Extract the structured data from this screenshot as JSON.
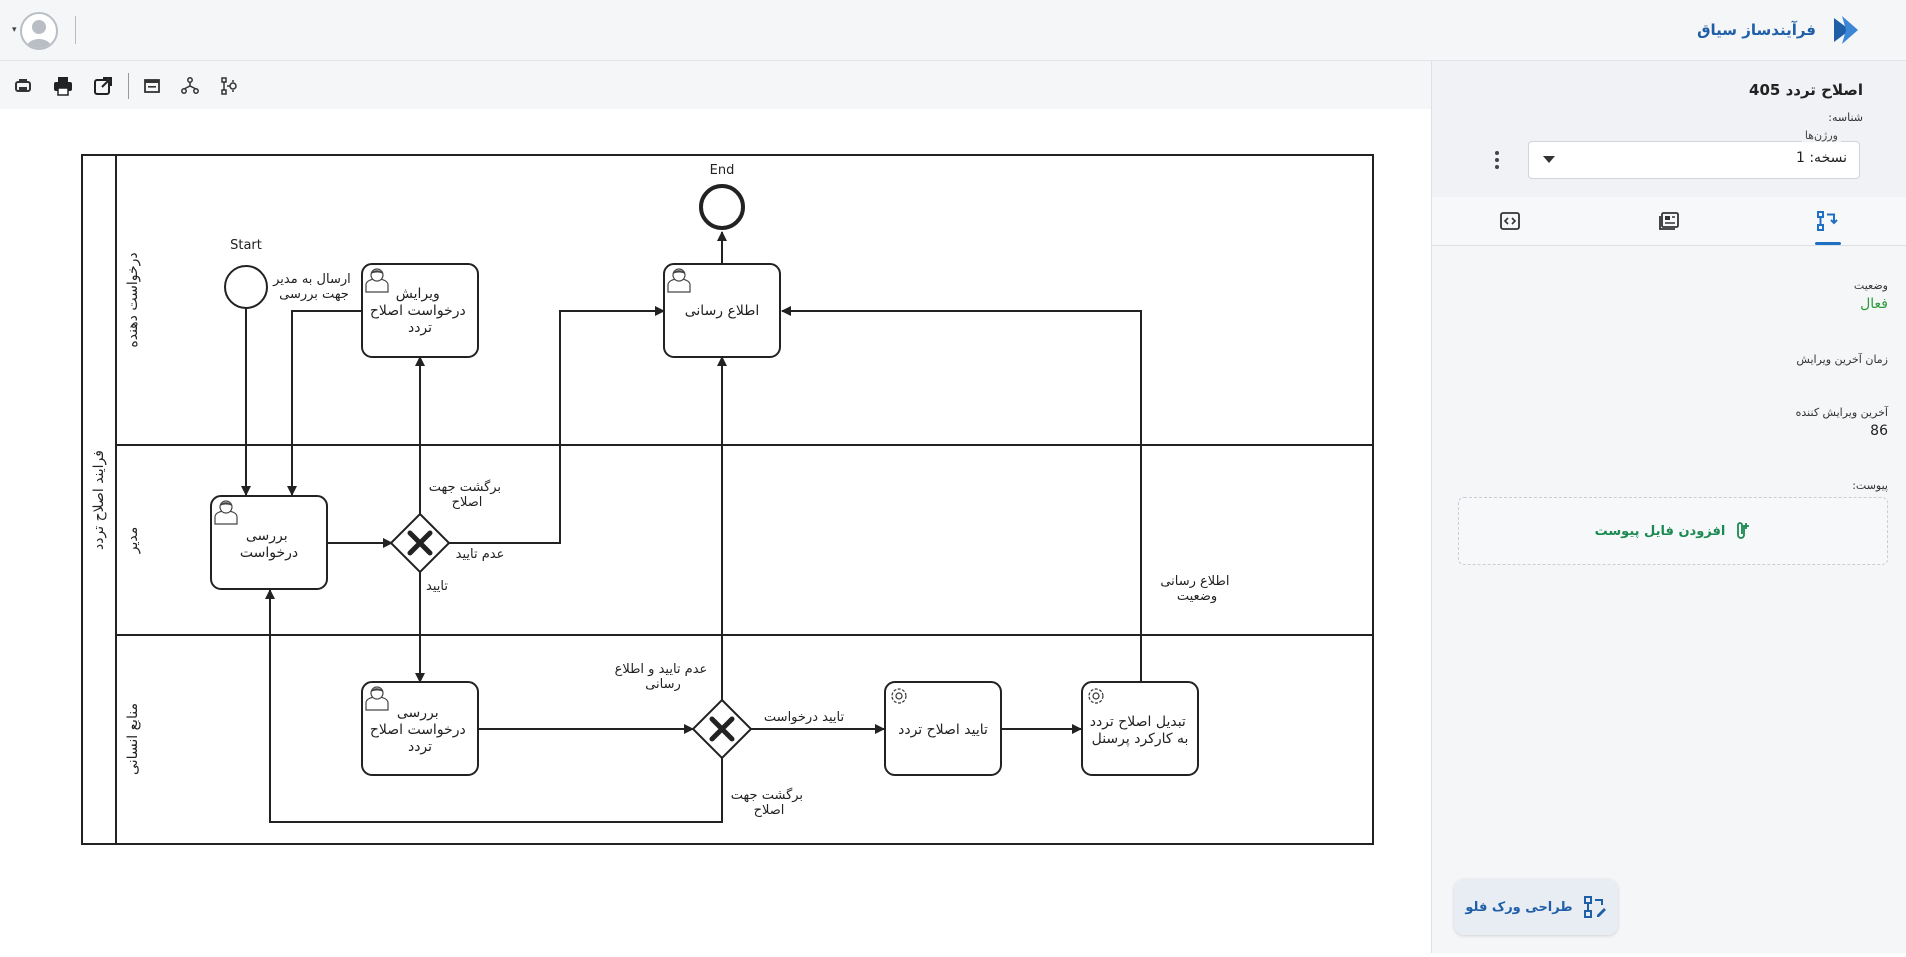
{
  "header": {
    "brand_name": "فرآیندساز سیاق",
    "brand_color": "#1f5fa8",
    "avatar_icon": "user-avatar-icon"
  },
  "toolbar": {
    "buttons": [
      "save-icon",
      "print-icon",
      "open-external-icon",
      "layout-icon",
      "auto-layout-icon",
      "settings-flow-icon"
    ]
  },
  "diagram": {
    "pool_label": "فرایند اصلاح تردد",
    "lanes": [
      "درخواست دهنده",
      "مدیر",
      "منابع انسانی"
    ],
    "events": {
      "start": "Start",
      "end": "End"
    },
    "tasks": {
      "edit_request": [
        "ویرایش",
        "درخواست اصلاح",
        "تردد"
      ],
      "notify": [
        "اطلاع رسانی"
      ],
      "review_request": [
        "بررسی",
        "درخواست"
      ],
      "hr_review": [
        "بررسی",
        "درخواست اصلاح",
        "تردد"
      ],
      "confirm_correction": [
        "تایید اصلاح تردد"
      ],
      "convert_correction": [
        "تبدیل اصلاح تردد",
        "به کارکرد پرسنل"
      ]
    },
    "flow_labels": {
      "send_to_manager": [
        "ارسال به مدیر",
        "جهت بررسی"
      ],
      "return_for_correction_mgr": [
        "برگشت جهت",
        "اصلاح"
      ],
      "not_approved": "عدم تایید",
      "approved": "تایید",
      "status_notify": [
        "اطلاع رسانی",
        "وضعیت"
      ],
      "not_approved_notify": [
        "عدم تایید و اطلاع",
        "رسانی"
      ],
      "confirm_request": "تایید درخواست",
      "return_for_correction_hr": [
        "برگشت جهت",
        "اصلاح"
      ]
    }
  },
  "panel": {
    "title": "اصلاح تردد 405",
    "id_label": "شناسه:",
    "version_label": "ورژن‌ها",
    "version_value": "نسخه: 1",
    "tabs": [
      "flow-tab-icon",
      "details-tab-icon",
      "code-tab-icon"
    ],
    "status_label": "وضعیت",
    "status_value": "فعال",
    "status_color": "#2e9b3d",
    "last_edit_time_label": "زمان آخرین ویرایش",
    "last_editor_label": "آخرین ویرایش کننده",
    "last_editor_value": "86",
    "attachment_label": "پیوست:",
    "add_attachment": "افزودن فایل پیوست",
    "design_workflow": "طراحی ورک فلو"
  }
}
